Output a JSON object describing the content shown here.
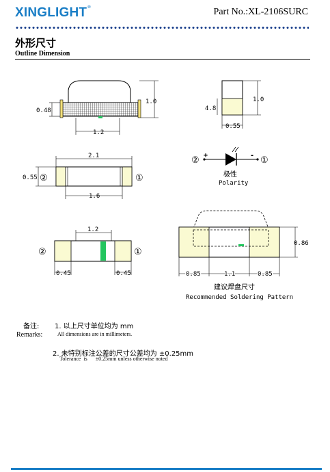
{
  "header": {
    "logo": "XINGLIGHT",
    "logo_mark": "®",
    "part_no": "Part No.:XL-2106SURC"
  },
  "section": {
    "title_cn": "外形尺寸",
    "title_en": "Outline Dimension"
  },
  "side_view": {
    "height_total": "1.0",
    "height_body": "0.48",
    "width": "1.2"
  },
  "end_view": {
    "height": "1.0",
    "pad_height": "4.8",
    "width": "0.55"
  },
  "top_view": {
    "length": "2.1",
    "width": "0.55",
    "inner": "1.6",
    "pin_left": "②",
    "pin_right": "①"
  },
  "polarity": {
    "plus": "+",
    "minus": "-",
    "pin_left": "②",
    "pin_right": "①",
    "label_cn": "极性",
    "label_en": "Polarity"
  },
  "bottom_view": {
    "width": "1.2",
    "pad_left": "0.45",
    "pad_right": "0.45",
    "pin_left": "②",
    "pin_right": "①"
  },
  "solder_pattern": {
    "height": "0.86",
    "pad_left": "0.85",
    "gap": "1.1",
    "pad_right": "0.85",
    "label_cn": "建议焊盘尺寸",
    "label_en": "Recommended Soldering Pattern"
  },
  "notes": {
    "label_cn": "备注:",
    "label_en": "Remarks:",
    "n1_cn": "1. 以上尺寸单位均为 mm",
    "n1_en": "All  dimensions are in millimeters.",
    "n2_cn": "2. 未特别标注公差的尺寸公差均为 ±0.25mm",
    "n2_en": "Tolerance  is      ±0.25mm unless otherwise noted"
  },
  "colors": {
    "brand": "#1a7ec6",
    "pad": "#fafad2",
    "chip": "#22c55e"
  }
}
